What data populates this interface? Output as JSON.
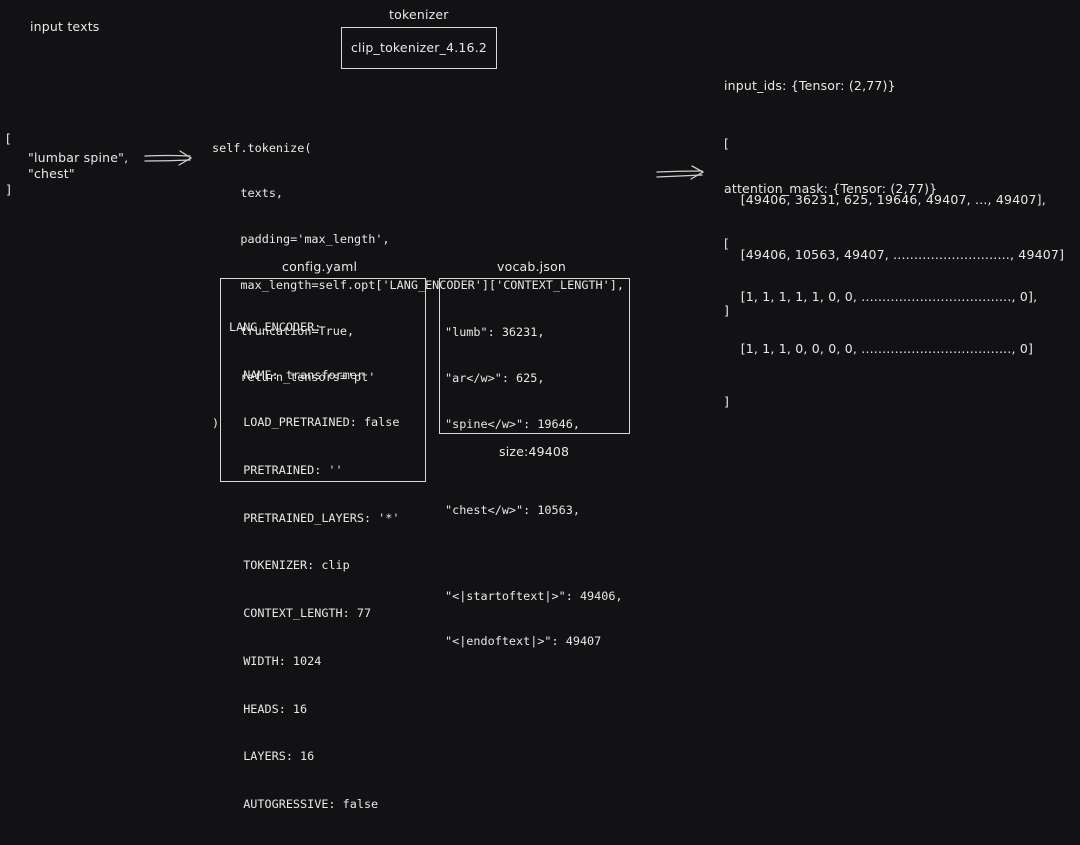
{
  "input_section": {
    "title": "input texts",
    "lines": [
      "[",
      "\"lumbar spine\",",
      "\"chest\"",
      "]"
    ]
  },
  "tokenizer_section": {
    "title": "tokenizer",
    "box_label": "clip_tokenizer_4.16.2"
  },
  "call_code": [
    "self.tokenize(",
    "    texts,",
    "    padding='max_length',",
    "    max_length=self.opt['LANG_ENCODER']['CONTEXT_LENGTH'],",
    "    truncation=True,",
    "    return_tensors='pt'",
    ")"
  ],
  "config_section": {
    "title": "config.yaml",
    "lines": [
      "LANG_ENCODER:",
      "  NAME: transformer",
      "  LOAD_PRETRAINED: false",
      "  PRETRAINED: ''",
      "  PRETRAINED_LAYERS: '*'",
      "  TOKENIZER: clip",
      "  CONTEXT_LENGTH: 77",
      "  WIDTH: 1024",
      "  HEADS: 16",
      "  LAYERS: 16",
      "  AUTOGRESSIVE: false"
    ]
  },
  "vocab_section": {
    "title": "vocab.json",
    "lines": [
      "\"lumb\": 36231,",
      "\"ar</w>\": 625,",
      "\"spine</w>\": 19646,",
      "",
      "\"chest</w>\": 10563,",
      "",
      "\"<|startoftext|>\": 49406,",
      "\"<|endoftext|>\": 49407"
    ],
    "size_label": "size:49408"
  },
  "output_section": {
    "input_ids_title": "input_ids: {Tensor: (2,77)}",
    "input_ids_lines": [
      "[",
      "    [49406, 36231, 625, 19646, 49407, ..., 49407],",
      "    [49406, 10563, 49407, ............................, 49407]",
      "]"
    ],
    "attention_mask_title": "attention_mask: {Tensor: (2,77)}",
    "attention_mask_lines": [
      "[",
      "    [1, 1, 1, 1, 1, 0, 0, ...................................., 0],",
      "    [1, 1, 1, 0, 0, 0, 0, ...................................., 0]",
      "]"
    ]
  },
  "colors": {
    "background": "#121214",
    "foreground": "#e8e8e8"
  }
}
